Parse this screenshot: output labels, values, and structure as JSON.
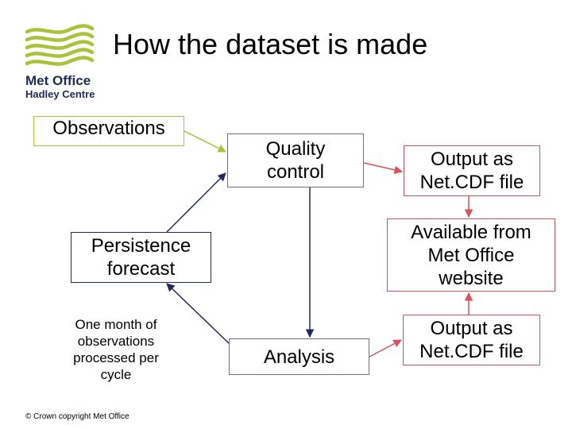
{
  "title": "How the dataset is made",
  "logo": {
    "line1": "Met Office",
    "line2": "Hadley Centre"
  },
  "colors": {
    "green": "#a8c23a",
    "navy": "#1f2a5c",
    "red": "#d94f5c",
    "grey": "#707070"
  },
  "boxes": {
    "observations": {
      "lines": [
        "Observations"
      ]
    },
    "quality_control": {
      "lines": [
        "Quality",
        "control"
      ]
    },
    "output_netcdf_1": {
      "lines": [
        "Output as",
        "Net.CDF file"
      ]
    },
    "persistence": {
      "lines": [
        "Persistence",
        "forecast"
      ]
    },
    "available": {
      "lines": [
        "Available from",
        "Met Office",
        "website"
      ]
    },
    "analysis": {
      "lines": [
        "Analysis"
      ]
    },
    "output_netcdf_2": {
      "lines": [
        "Output as",
        "Net.CDF file"
      ]
    }
  },
  "note": {
    "lines": [
      "One month of",
      "observations",
      "processed per",
      "cycle"
    ]
  },
  "copyright": "© Crown copyright   Met Office"
}
